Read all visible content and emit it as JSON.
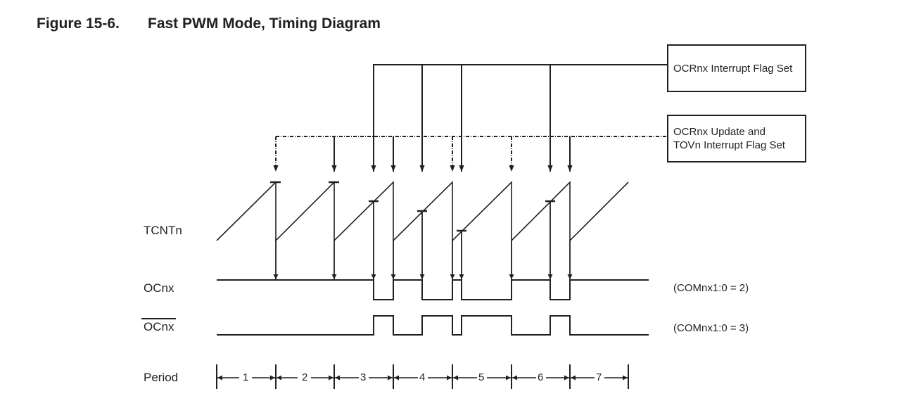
{
  "figure": {
    "number": "Figure 15-6.",
    "title": "Fast PWM Mode, Timing Diagram"
  },
  "callouts": {
    "ocr_interrupt": "OCRnx Interrupt Flag Set",
    "update_line1": "OCRnx Update and",
    "update_line2": "TOVn Interrupt Flag Set"
  },
  "signals": {
    "tcnt": "TCNTn",
    "ocnx": "OCnx",
    "ocnx_inverted": "OCnx",
    "period": "Period"
  },
  "modes": {
    "non_inverting": "(COMnx1:0 = 2)",
    "inverting": "(COMnx1:0 = 3)"
  },
  "periods": [
    "1",
    "2",
    "3",
    "4",
    "5",
    "6",
    "7"
  ],
  "colors": {
    "ink": "#231f20",
    "background": "#ffffff"
  },
  "chart_data": {
    "type": "timing",
    "title": "Fast PWM Mode, Timing Diagram",
    "signals": [
      "TCNTn",
      "OCnx",
      "OCnx (inverted)",
      "Period"
    ],
    "period_count": 7,
    "period_labels": [
      "1",
      "2",
      "3",
      "4",
      "5",
      "6",
      "7"
    ],
    "tcnt_waveform": "sawtooth, resets to BOTTOM at end of each period",
    "compare_match_fraction_of_period": [
      null,
      null,
      0.67,
      0.5,
      0.16,
      0.67,
      null
    ],
    "ocnx_com2": [
      "high",
      "high",
      "high then low at compare",
      "high then low at compare",
      "high then low at compare",
      "high then low at compare",
      "high"
    ],
    "ocnx_com3": "inverse of OCnx (COM=2)",
    "annotations": [
      "OCRnx Interrupt Flag Set",
      "OCRnx Update and TOVn Interrupt Flag Set",
      "(COMnx1:0 = 2)",
      "(COMnx1:0 = 3)"
    ]
  }
}
